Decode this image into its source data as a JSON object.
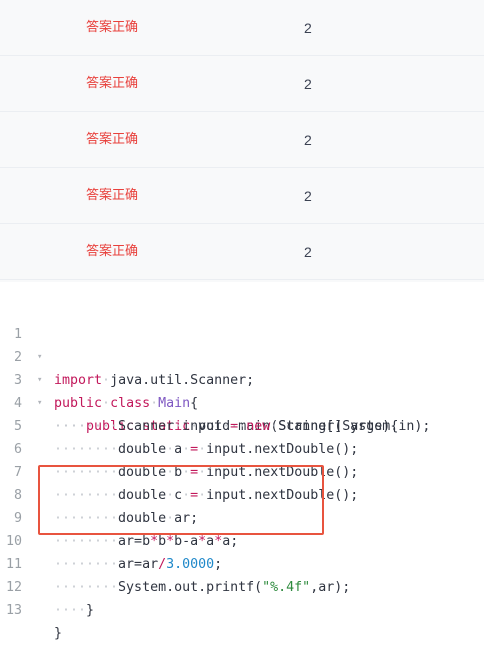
{
  "results": [
    {
      "status": "答案正确",
      "score": "2"
    },
    {
      "status": "答案正确",
      "score": "2"
    },
    {
      "status": "答案正确",
      "score": "2"
    },
    {
      "status": "答案正确",
      "score": "2"
    },
    {
      "status": "答案正确",
      "score": "2"
    }
  ],
  "code": {
    "fold_icon": "▾",
    "lines": [
      {
        "num": "1",
        "fold": true
      },
      {
        "num": "2",
        "fold": true
      },
      {
        "num": "3",
        "fold": true
      },
      {
        "num": "4",
        "fold": false
      },
      {
        "num": "5",
        "fold": false
      },
      {
        "num": "6",
        "fold": false
      },
      {
        "num": "7",
        "fold": false
      },
      {
        "num": "8",
        "fold": false
      },
      {
        "num": "9",
        "fold": false
      },
      {
        "num": "10",
        "fold": false
      },
      {
        "num": "11",
        "fold": false
      },
      {
        "num": "12",
        "fold": false
      },
      {
        "num": "13",
        "fold": false
      }
    ],
    "tokens": {
      "l1": {
        "kw": "import",
        "rest": "java.util.Scanner;"
      },
      "l2": {
        "kw1": "public",
        "kw2": "class",
        "cls": "Main",
        "rest": "{"
      },
      "l3": {
        "kw1": "public",
        "kw2": "static",
        "t1": "void",
        "rest": "main(String[]",
        "args": "args){"
      },
      "l4": {
        "t1": "Scanner",
        "t2": "input",
        "op": "=",
        "kw": "new",
        "rest": "Scanner(System.in);"
      },
      "l5": {
        "t1": "double",
        "t2": "a",
        "op": "=",
        "rest": "input.nextDouble();"
      },
      "l6": {
        "t1": "double",
        "t2": "b",
        "op": "=",
        "rest": "input.nextDouble();"
      },
      "l7": {
        "t1": "double",
        "t2": "c",
        "op": "=",
        "rest": "input.nextDouble();"
      },
      "l8": {
        "t1": "double",
        "rest": "ar;"
      },
      "l9": {
        "p1": "ar=b",
        "o1": "*",
        "p2": "b",
        "o2": "*",
        "p3": "b-a",
        "o3": "*",
        "p4": "a",
        "o4": "*",
        "p5": "a;"
      },
      "l10": {
        "p1": "ar=ar",
        "o1": "/",
        "num": "3.0000",
        "p2": ";"
      },
      "l11": {
        "p1": "System.out.printf(",
        "str": "\"%.4f\"",
        "p2": ",ar);"
      },
      "l12": {
        "p1": "}"
      },
      "l13": {
        "p1": "}"
      }
    }
  },
  "colors": {
    "status_correct": "#e8413c",
    "keyword": "#c2185b",
    "class_name": "#7e57c2",
    "number": "#1e88c9",
    "string": "#2e8b3e",
    "highlight_border": "#e8543f"
  }
}
